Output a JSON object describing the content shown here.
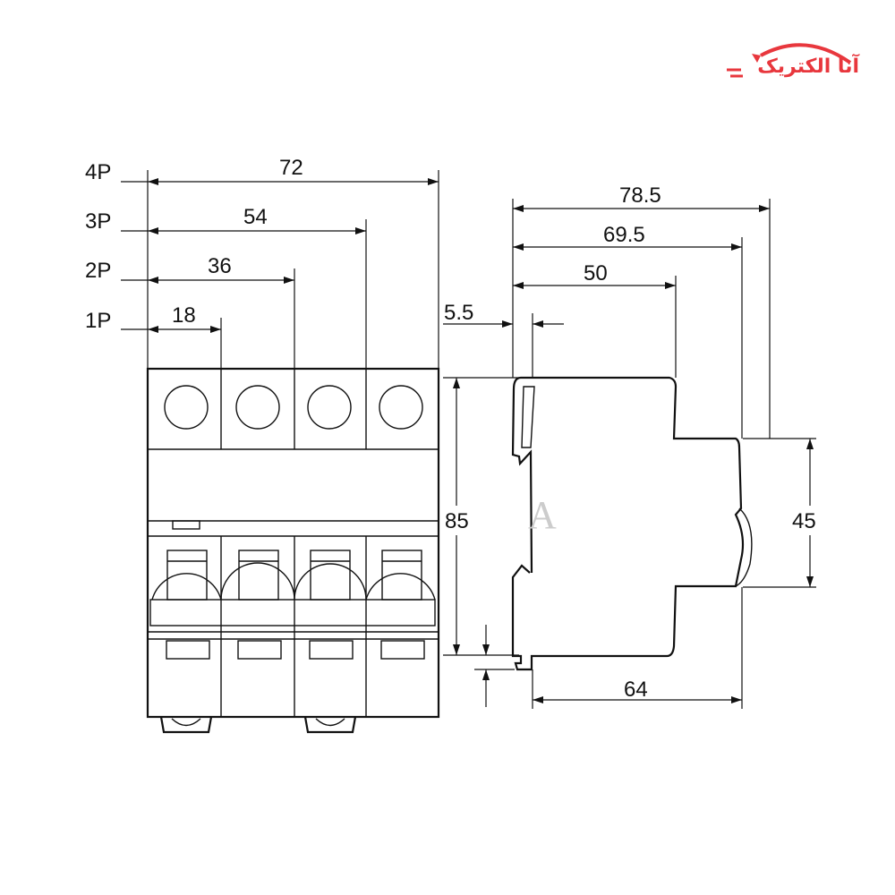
{
  "brand": {
    "logo_text": "آنا الکتریک",
    "color": "#e8373d"
  },
  "front_view": {
    "dimensions": [
      {
        "pole": "4P",
        "width": "72"
      },
      {
        "pole": "3P",
        "width": "54"
      },
      {
        "pole": "2P",
        "width": "36"
      },
      {
        "pole": "1P",
        "width": "18"
      }
    ],
    "height": "85"
  },
  "side_view": {
    "depth_total": "78.5",
    "depth_to_front": "69.5",
    "depth_to_step": "50",
    "offset": "5.5",
    "front_height": "45",
    "base_depth": "64"
  }
}
